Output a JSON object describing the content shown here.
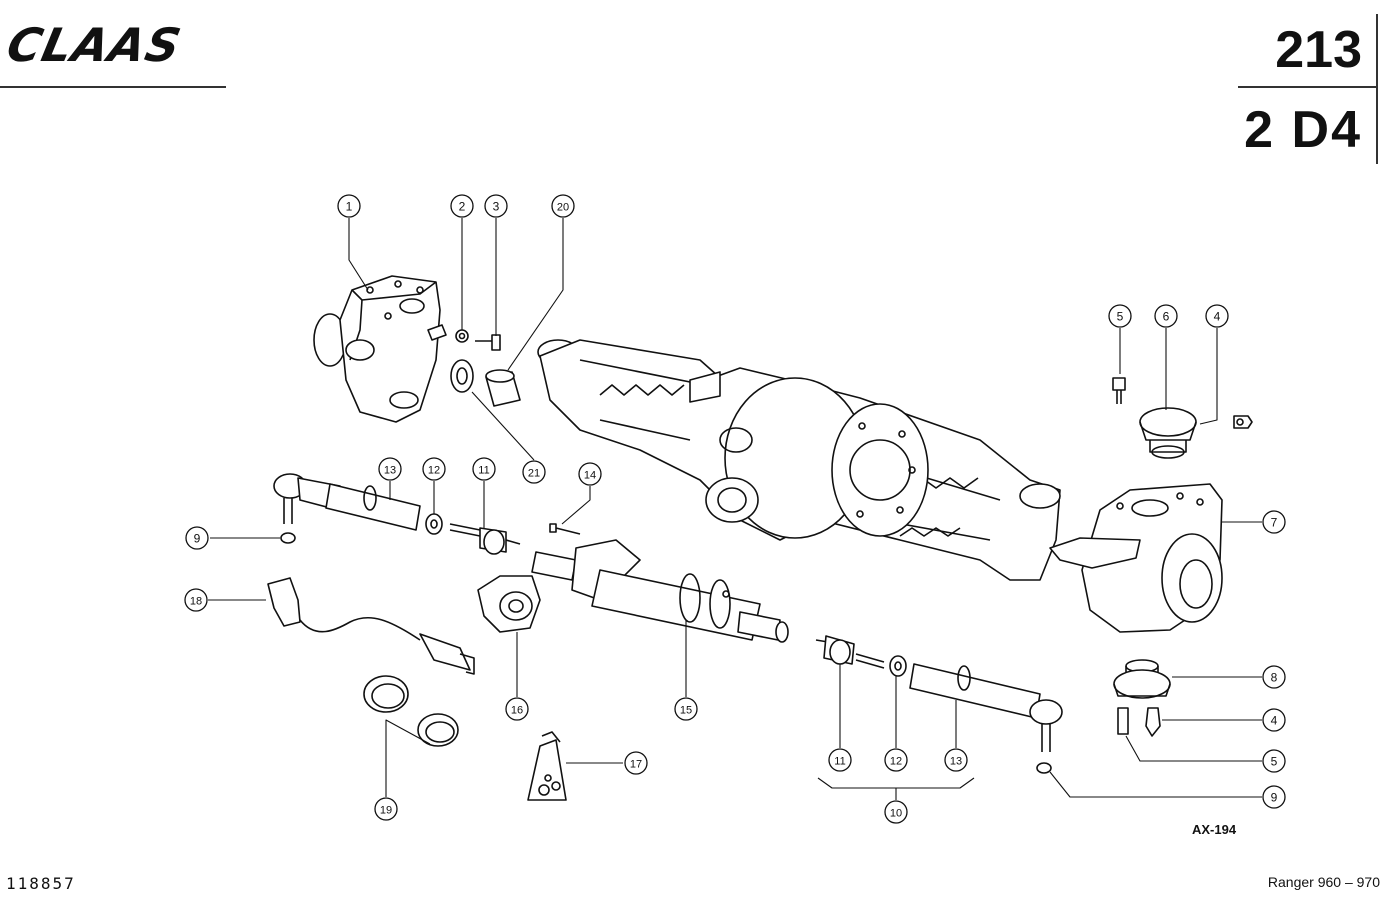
{
  "header": {
    "brand": "CLAAS",
    "page_number": "213",
    "section_code": "2 D4"
  },
  "footer": {
    "doc_number": "118857",
    "model": "Ranger 960 – 970"
  },
  "figure_code": "AX-194",
  "callouts": [
    {
      "id": "c1",
      "label": "1"
    },
    {
      "id": "c2",
      "label": "2"
    },
    {
      "id": "c3",
      "label": "3"
    },
    {
      "id": "c20",
      "label": "20"
    },
    {
      "id": "c21",
      "label": "21"
    },
    {
      "id": "c5a",
      "label": "5"
    },
    {
      "id": "c6",
      "label": "6"
    },
    {
      "id": "c4a",
      "label": "4"
    },
    {
      "id": "c7",
      "label": "7"
    },
    {
      "id": "c13a",
      "label": "13"
    },
    {
      "id": "c12a",
      "label": "12"
    },
    {
      "id": "c11a",
      "label": "11"
    },
    {
      "id": "c14",
      "label": "14"
    },
    {
      "id": "c9a",
      "label": "9"
    },
    {
      "id": "c18",
      "label": "18"
    },
    {
      "id": "c16",
      "label": "16"
    },
    {
      "id": "c15",
      "label": "15"
    },
    {
      "id": "c8",
      "label": "8"
    },
    {
      "id": "c4b",
      "label": "4"
    },
    {
      "id": "c5b",
      "label": "5"
    },
    {
      "id": "c9b",
      "label": "9"
    },
    {
      "id": "c19",
      "label": "19"
    },
    {
      "id": "c17",
      "label": "17"
    },
    {
      "id": "c11b",
      "label": "11"
    },
    {
      "id": "c12b",
      "label": "12"
    },
    {
      "id": "c13b",
      "label": "13"
    },
    {
      "id": "c10",
      "label": "10"
    }
  ]
}
